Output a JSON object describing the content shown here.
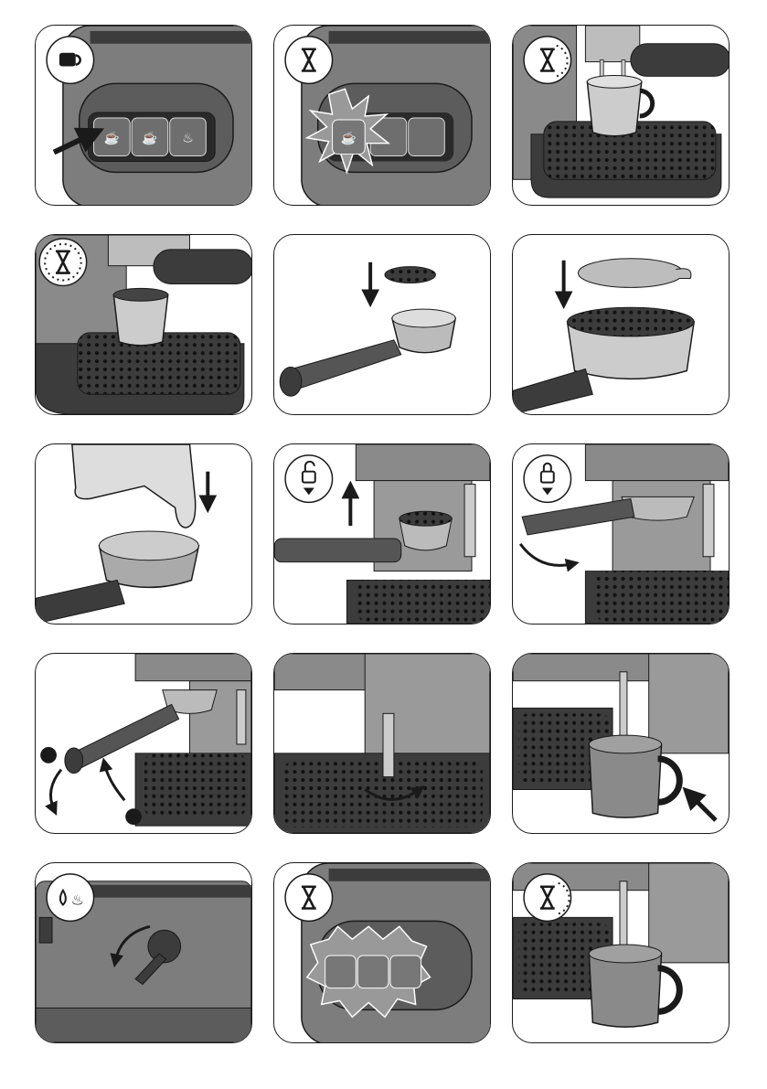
{
  "figure": {
    "panel_count": 15,
    "grid": "3x5",
    "colors": {
      "outline": "#1a1a1a",
      "body_gray": "#7d7d7d",
      "dark_gray": "#3c3c3c",
      "light_gray": "#bdbdbd",
      "background": "#ffffff"
    }
  },
  "panels": [
    {
      "step": "select-single-cup",
      "icons": [
        "cup-icon",
        "arrow-icon"
      ]
    },
    {
      "step": "single-cup-light-flashing",
      "icons": [
        "hourglass-icon",
        "flash-burst-icon"
      ]
    },
    {
      "step": "brewing-into-cup",
      "icons": [
        "hourglass-icon"
      ]
    },
    {
      "step": "brewing-complete",
      "icons": [
        "hourglass-icon"
      ]
    },
    {
      "step": "insert-filter-into-holder",
      "icons": [
        "down-arrow-icon"
      ]
    },
    {
      "step": "insert-pod-adapter",
      "icons": [
        "down-arrow-icon"
      ]
    },
    {
      "step": "press-pod-into-holder",
      "icons": [
        "down-arrow-icon"
      ]
    },
    {
      "step": "insert-portafilter-unlocked",
      "icons": [
        "unlock-icon",
        "up-arrow-icon"
      ]
    },
    {
      "step": "rotate-portafilter-lock",
      "icons": [
        "lock-icon",
        "curved-arrow-icon"
      ]
    },
    {
      "step": "remove-portafilter",
      "icons": [
        "curved-arrow-icon",
        "dot-icon"
      ]
    },
    {
      "step": "swing-steam-wand-out",
      "icons": [
        "curved-arrow-icon"
      ]
    },
    {
      "step": "position-milk-jug",
      "icons": [
        "diagonal-arrow-icon"
      ]
    },
    {
      "step": "turn-steam-knob",
      "icons": [
        "water-drop-icon",
        "steam-icon",
        "curved-arrow-icon"
      ]
    },
    {
      "step": "all-lights-flashing",
      "icons": [
        "hourglass-icon",
        "flash-burst-icon"
      ]
    },
    {
      "step": "steam-dispensing",
      "icons": [
        "hourglass-icon"
      ]
    }
  ]
}
